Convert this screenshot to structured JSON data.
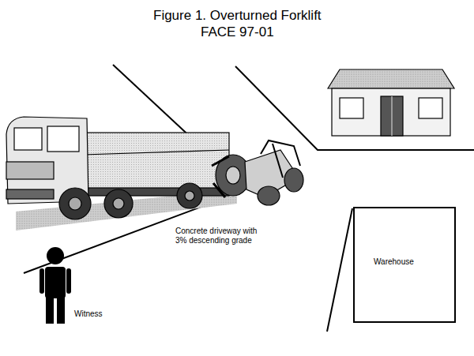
{
  "diagram": {
    "title": "Figure 1. Overturned Forklift",
    "nodes": [
      {
        "text": [
          "Warehouse"
        ]
      }
    ],
    "labels": [
      "FACE 97-01",
      "Concrete driveway with 3% descending grade",
      "Witness"
    ]
  }
}
